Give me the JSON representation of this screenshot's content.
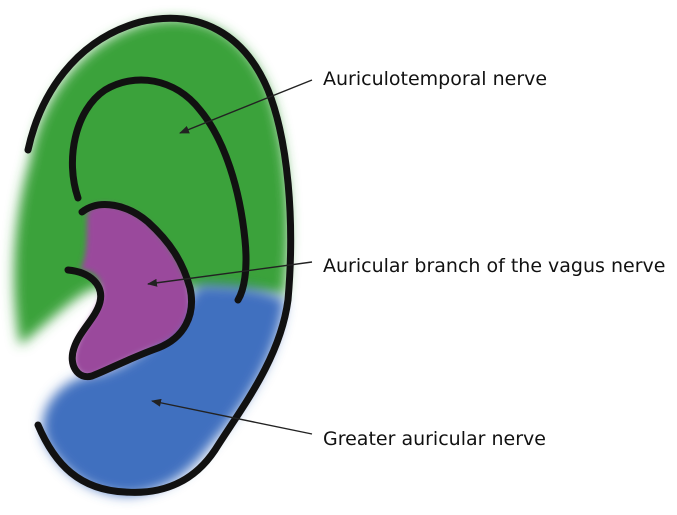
{
  "labels": {
    "auriculotemporal": "Auriculotemporal nerve",
    "vagus": "Auricular branch of the vagus nerve",
    "greater_auricular": "Greater auricular nerve"
  },
  "colors": {
    "auriculotemporal_region": "#3aa23a",
    "vagus_region": "#9a4a9c",
    "greater_auricular_region": "#3f6fbf",
    "outline": "#111111",
    "leader_line": "#222222"
  }
}
